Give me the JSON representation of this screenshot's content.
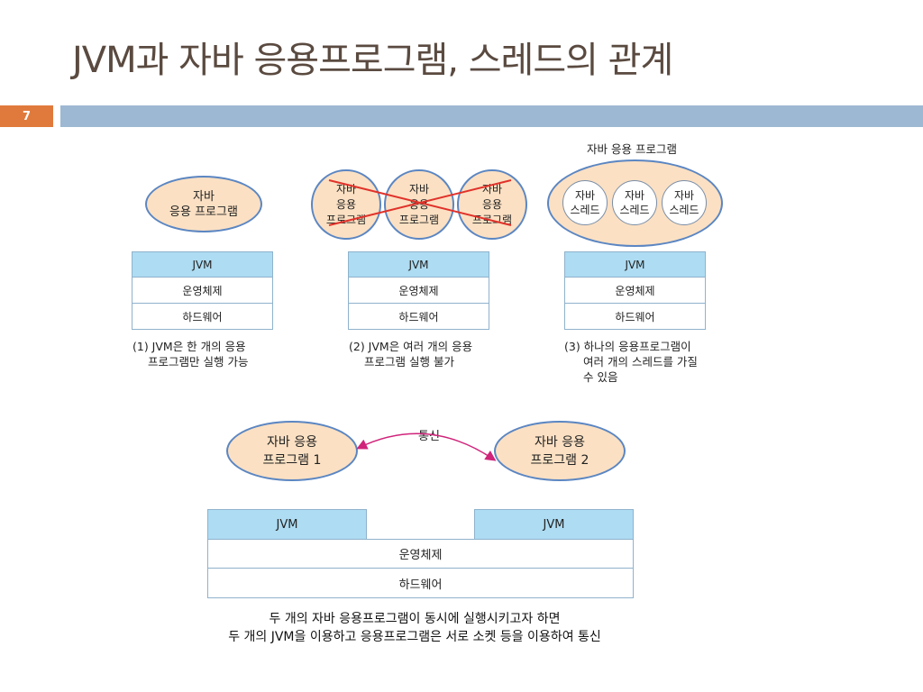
{
  "slide": {
    "title": "JVM과 자바 응용프로그램, 스레드의 관계",
    "page_number": "7"
  },
  "diagram1": {
    "app_line1": "자바",
    "app_line2": "응용 프로그램",
    "layers": [
      "JVM",
      "운영체제",
      "하드웨어"
    ],
    "caption_line1": "(1) JVM은 한 개의 응용",
    "caption_line2": "프로그램만 실행 가능"
  },
  "diagram2": {
    "apps": [
      {
        "l1": "자바",
        "l2": "응용",
        "l3": "프로그램"
      },
      {
        "l1": "자바",
        "l2": "응용",
        "l3": "프로그램"
      },
      {
        "l1": "자바",
        "l2": "응용",
        "l3": "프로그램"
      }
    ],
    "layers": [
      "JVM",
      "운영체제",
      "하드웨어"
    ],
    "caption_line1": "(2) JVM은 여러 개의 응용",
    "caption_line2": "프로그램 실행 불가"
  },
  "diagram3": {
    "outer_label": "자바 응용 프로그램",
    "threads": [
      {
        "l1": "자바",
        "l2": "스레드"
      },
      {
        "l1": "자바",
        "l2": "스레드"
      },
      {
        "l1": "자바",
        "l2": "스레드"
      }
    ],
    "layers": [
      "JVM",
      "운영체제",
      "하드웨어"
    ],
    "caption_line1": "(3) 하나의 응용프로그램이",
    "caption_line2": "여러 개의 스레드를 가질",
    "caption_line3": "수 있음"
  },
  "diagram4": {
    "app1_line1": "자바 응용",
    "app1_line2": "프로그램 1",
    "app2_line1": "자바 응용",
    "app2_line2": "프로그램 2",
    "comm_label": "통신",
    "jvm_left": "JVM",
    "jvm_right": "JVM",
    "os": "운영체제",
    "hw": "하드웨어"
  },
  "bottom_caption": {
    "line1": "두 개의 자바 응용프로그램이 동시에 실행시키고자 하면",
    "line2": "두 개의 JVM을 이용하고 응용프로그램은 서로 소켓 등을 이용하여 통신"
  },
  "colors": {
    "title": "#5a4a40",
    "badge": "#e07a3c",
    "bar": "#9db8d2",
    "ellipse_fill": "#fbe0c3",
    "ellipse_border": "#5b86c2",
    "jvm_fill": "#aedcf2",
    "cross": "#e0322a",
    "arrow": "#d0237a"
  }
}
